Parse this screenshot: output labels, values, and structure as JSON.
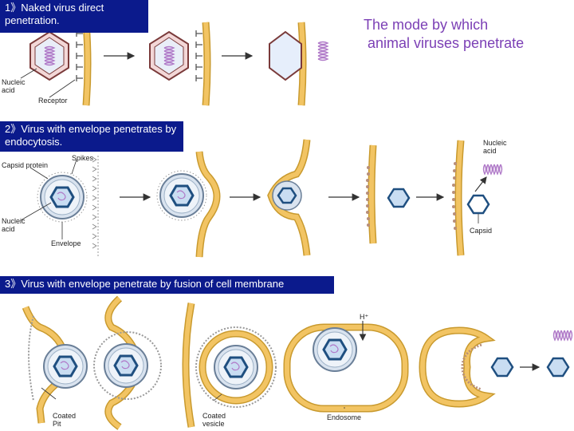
{
  "colors": {
    "tag_background": "#0b1a8c",
    "tag_text": "#ffffff",
    "title_text": "#7b3fb5",
    "membrane": "#f2c463",
    "membrane_edge": "#c99a2e",
    "capsid_fill": "#c9ddf2",
    "capsid_edge": "#1f4f80",
    "envelope": "#d9e3ef",
    "spike": "#8a8a8a",
    "nucleic_acid": "#b07ac8"
  },
  "title": {
    "line1": "The mode by which",
    "line2": "animal viruses penetrate"
  },
  "panels": [
    {
      "id": "naked",
      "tag": "1》Naked virus direct penetration."
    },
    {
      "id": "endocytosis",
      "tag": "2》Virus with envelope penetrates by endocytosis."
    },
    {
      "id": "fusion",
      "tag": "3》Virus with envelope penetrate by fusion of cell membrane"
    }
  ],
  "labels": {
    "nucleic_acid_1": "Nucleic acid",
    "receptor": "Receptor",
    "capsid_protein": "Capsid protein",
    "spikes": "Spikes",
    "nucleic_acid_2": "Nucleic acid",
    "envelope": "Envelope",
    "nucleic_acid_3": "Nucleic acid",
    "capsid": "Capsid",
    "coated_pit": "Coated Pit",
    "coated_vesicle": "Coated vesicle",
    "endosome": "Endosome",
    "h_plus": "H⁺"
  },
  "icons": [
    "arrow-right-icon",
    "virus-capsid-icon",
    "nucleic-acid-coil-icon",
    "cell-membrane-icon",
    "spike-icon"
  ]
}
